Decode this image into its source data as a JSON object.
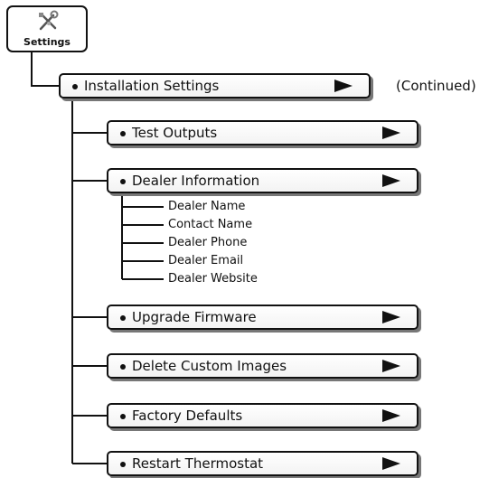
{
  "root": {
    "label": "Settings",
    "icon": "tools-icon"
  },
  "installation": {
    "label": "Installation Settings",
    "note": "(Continued)"
  },
  "items": [
    {
      "label": "Test Outputs"
    },
    {
      "label": "Dealer Information",
      "subitems": [
        "Dealer Name",
        "Contact Name",
        "Dealer Phone",
        "Dealer Email",
        "Dealer Website"
      ]
    },
    {
      "label": "Upgrade Firmware"
    },
    {
      "label": "Delete Custom Images"
    },
    {
      "label": "Factory Defaults"
    },
    {
      "label": "Restart Thermostat"
    }
  ],
  "colors": {
    "line": "#111111",
    "box_shadow": "#777777"
  }
}
